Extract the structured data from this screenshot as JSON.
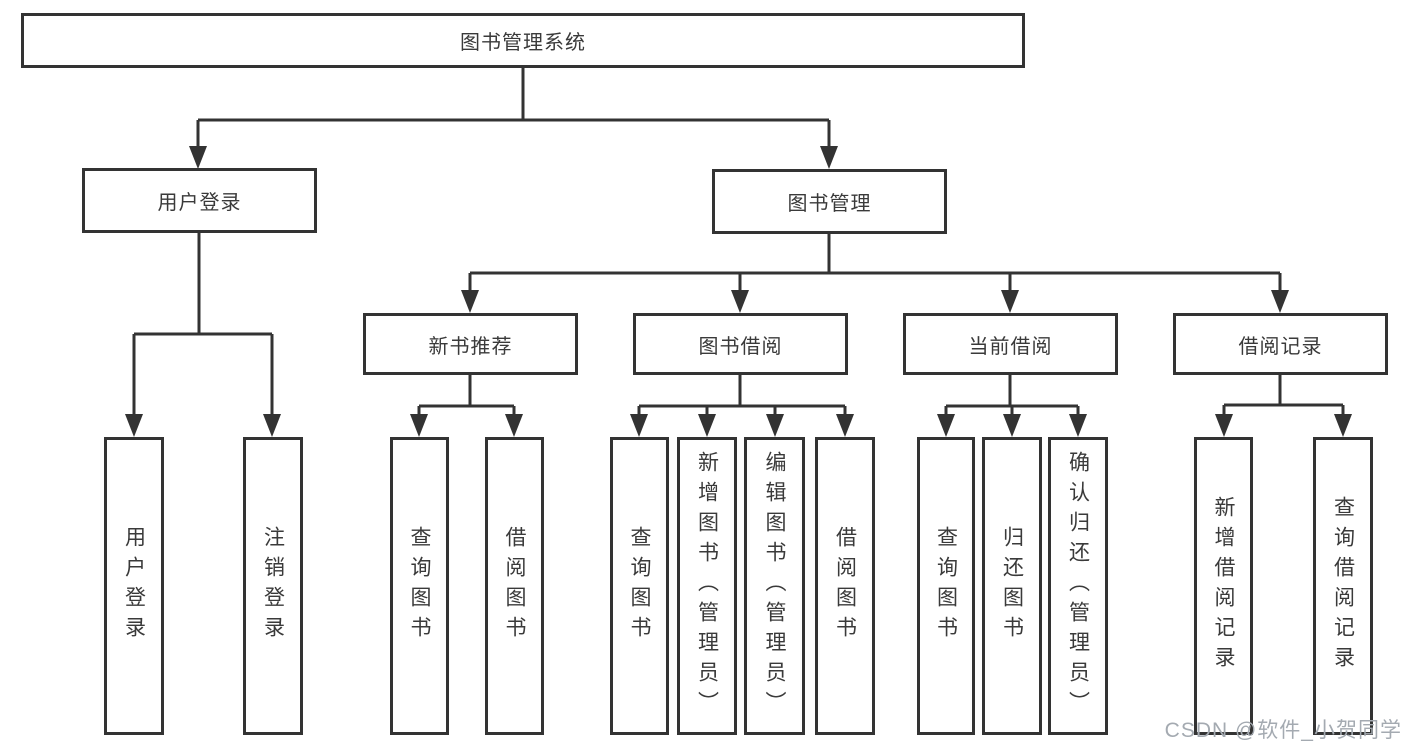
{
  "diagram_title": "图书管理系统",
  "tree": {
    "root": {
      "label": "图书管理系统"
    },
    "branches": [
      {
        "label": "用户登录",
        "children": [
          {
            "label": "用户登录"
          },
          {
            "label": "注销登录"
          }
        ]
      },
      {
        "label": "图书管理",
        "children": [
          {
            "label": "新书推荐",
            "children": [
              {
                "label": "查询图书"
              },
              {
                "label": "借阅图书"
              }
            ]
          },
          {
            "label": "图书借阅",
            "children": [
              {
                "label": "查询图书"
              },
              {
                "label": "新增图书（管理员）"
              },
              {
                "label": "编辑图书（管理员）"
              },
              {
                "label": "借阅图书"
              }
            ]
          },
          {
            "label": "当前借阅",
            "children": [
              {
                "label": "查询图书"
              },
              {
                "label": "归还图书"
              },
              {
                "label": "确认归还（管理员）"
              }
            ]
          },
          {
            "label": "借阅记录",
            "children": [
              {
                "label": "新增借阅记录"
              },
              {
                "label": "查询借阅记录"
              }
            ]
          }
        ]
      }
    ]
  },
  "colors": {
    "line": "#333333",
    "text": "#3a3a3a",
    "background": "#ffffff",
    "watermark": "#a4aab1"
  },
  "watermark": {
    "text": "CSDN @软件_小贺同学"
  }
}
